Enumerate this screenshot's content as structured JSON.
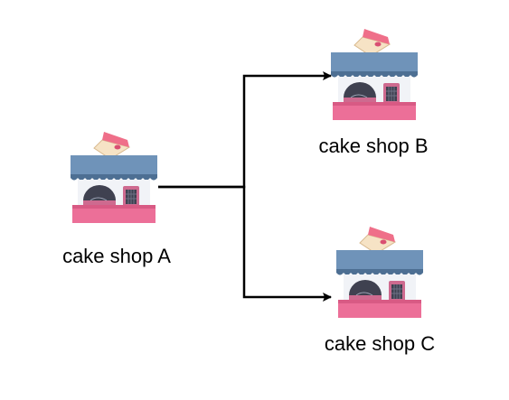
{
  "diagram": {
    "nodes": [
      {
        "id": "a",
        "label": "cake shop A",
        "icon": "cake-shop-icon"
      },
      {
        "id": "b",
        "label": "cake shop B",
        "icon": "cake-shop-icon"
      },
      {
        "id": "c",
        "label": "cake shop C",
        "icon": "cake-shop-icon"
      }
    ],
    "edges": [
      {
        "from": "a",
        "to": "b"
      },
      {
        "from": "a",
        "to": "c"
      }
    ]
  },
  "colors": {
    "awning": "#6f93b9",
    "awning_dark": "#4d6f93",
    "awning_top": "#8fb2d3",
    "wall": "#f1f3f7",
    "window": "#3f4150",
    "door": "#ce6a8f",
    "base": "#ec6f98",
    "cake_frosting": "#ef6f89",
    "cake_sponge": "#f6e3c5",
    "arrow": "#000000"
  }
}
